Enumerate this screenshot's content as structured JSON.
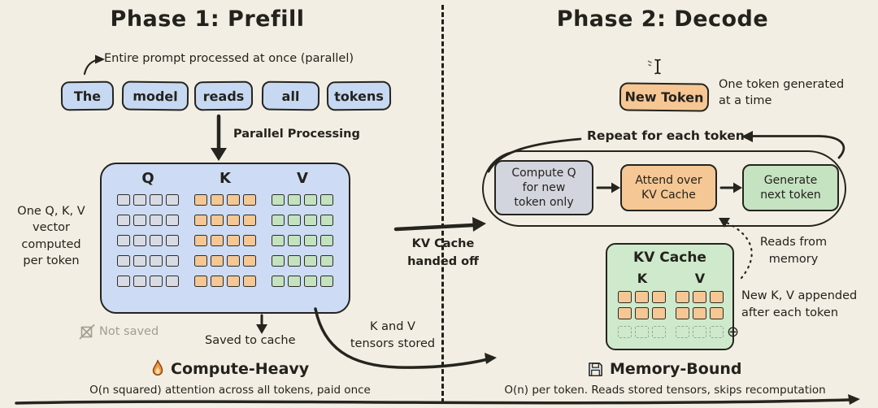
{
  "phase1": {
    "title": "Phase 1: Prefill",
    "prompt_note": "Entire prompt processed at once (parallel)",
    "tokens": [
      "The",
      "model",
      "reads",
      "all",
      "tokens"
    ],
    "parallel_label": "Parallel Processing",
    "side_caption": "One Q, K, V\nvector\ncomputed\nper token",
    "matrix_headers": [
      "Q",
      "K",
      "V"
    ],
    "matrix_grid": {
      "rows": 5,
      "cols": 4
    },
    "not_saved_label": "Not saved",
    "saved_label": "Saved to cache",
    "kv_stored_label": "K and V\ntensors stored",
    "footer": {
      "title": "Compute-Heavy",
      "desc": "O(n squared) attention across all tokens, paid once"
    }
  },
  "divider": {
    "handoff_label": "KV Cache\nhanded off"
  },
  "phase2": {
    "title": "Phase 2: Decode",
    "new_token_label": "New Token",
    "generated_note": "One token generated\nat a time",
    "repeat_label": "Repeat for each token",
    "steps": [
      {
        "label": "Compute Q\nfor new\ntoken only"
      },
      {
        "label": "Attend over\nKV Cache"
      },
      {
        "label": "Generate\nnext token"
      }
    ],
    "kv_cache": {
      "title": "KV Cache",
      "headers": [
        "K",
        "V"
      ],
      "grid": {
        "rows": 2,
        "cols": 3
      },
      "ghost_row": {
        "rows": 1,
        "cols": 3
      },
      "plus_icon": "⊕"
    },
    "reads_note": "Reads from\nmemory",
    "append_note": "New K, V appended\nafter each token",
    "footer": {
      "title": "Memory-Bound",
      "desc": "O(n) per token. Reads stored tensors, skips recomputation"
    }
  }
}
